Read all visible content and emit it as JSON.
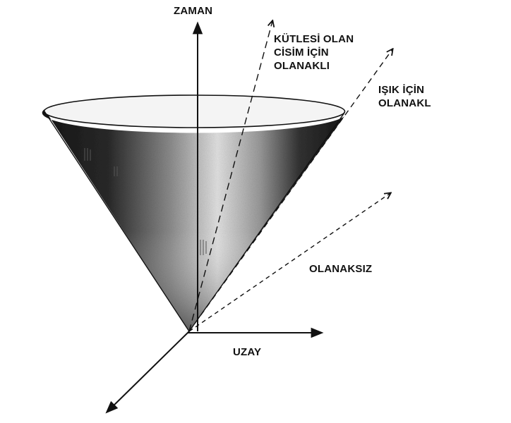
{
  "labels": {
    "time_axis": "ZAMAN",
    "space_axis": "UZAY",
    "massive_body": [
      "KÜTLESİ OLAN",
      "CİSİM İÇİN",
      "OLANAKLI"
    ],
    "light": [
      "IŞIK İÇİN",
      "OLANAKL"
    ],
    "impossible": "OLANAKSIZ"
  },
  "colors": {
    "ink": "#111111",
    "cone_dark": "#1a1a1a",
    "cone_light": "#e6e6e6",
    "background": "#ffffff"
  }
}
